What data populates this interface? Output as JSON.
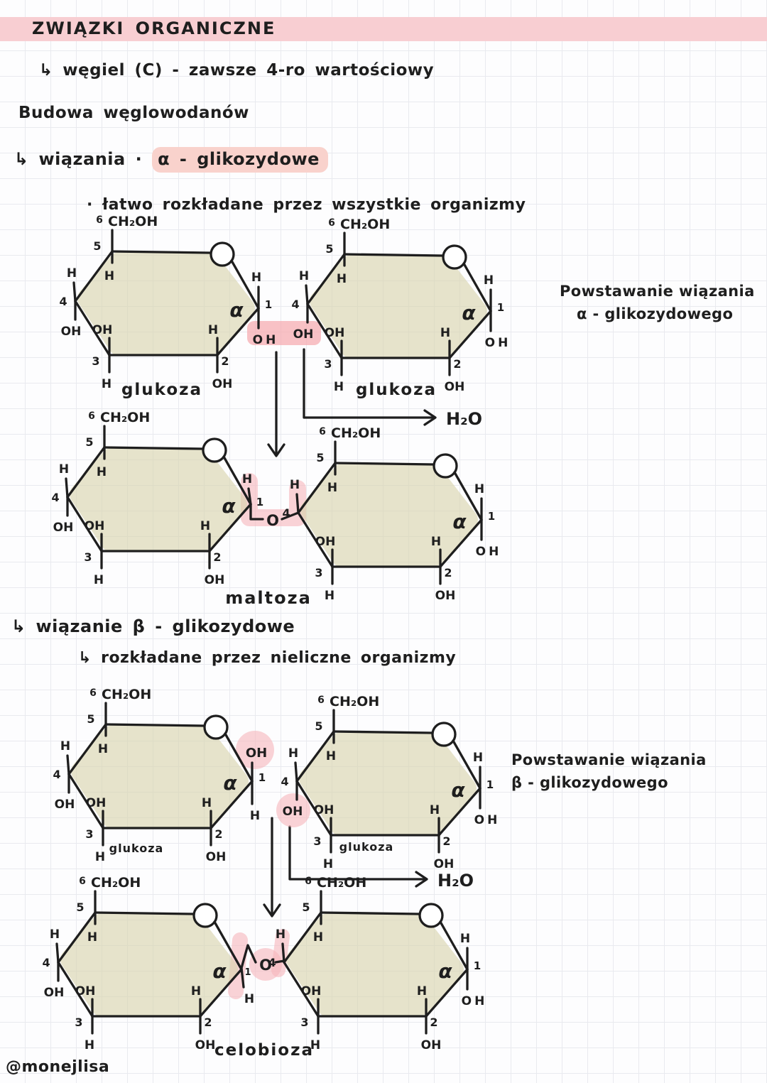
{
  "page": {
    "title": "ZWIĄZKI ORGANICZNE",
    "watermark": "@monejlisa",
    "notes": {
      "carbon": "↳ węgiel (C)  -  zawsze  4-ro  wartościowy",
      "structure": "Budowa węglowodanów",
      "alpha_prefix": "↳ wiązania ·",
      "alpha_highlight": "α - glikozydowe",
      "alpha_sub": "· łatwo rozkładane przez wszystkie organizmy",
      "beta_bond": "↳ wiązanie β - glikozydowe",
      "beta_sub": "↳ rozkładane przez nieliczne organizmy"
    },
    "captions": {
      "alpha_line1": "Powstawanie wiązania",
      "alpha_line2": "α -  glikozydowego",
      "beta_line1": "Powstawanie wiązania",
      "beta_line2": "β -  glikozydowego"
    }
  },
  "chem": {
    "atom_labels": {
      "c6": "CH₂OH",
      "sup6": "6",
      "n5": "5",
      "n4": "4",
      "n3": "3",
      "n2": "2",
      "n1": "1",
      "h": "H",
      "oh": "OH",
      "alpha": "α",
      "oxygen": "O",
      "water": "H₂O"
    },
    "molecule_names": {
      "glucose": "glukoza",
      "maltose": "maltoza",
      "cellobiose": "celobioza"
    }
  },
  "colors": {
    "bar_pink": "#f8ced2",
    "inline_pink": "#f9d2cc",
    "band_pink": "#f5a9ae",
    "soft_pink": "#f6b6ba",
    "ring_olive": "#d8d4ad",
    "ink": "#1e1e1e"
  }
}
